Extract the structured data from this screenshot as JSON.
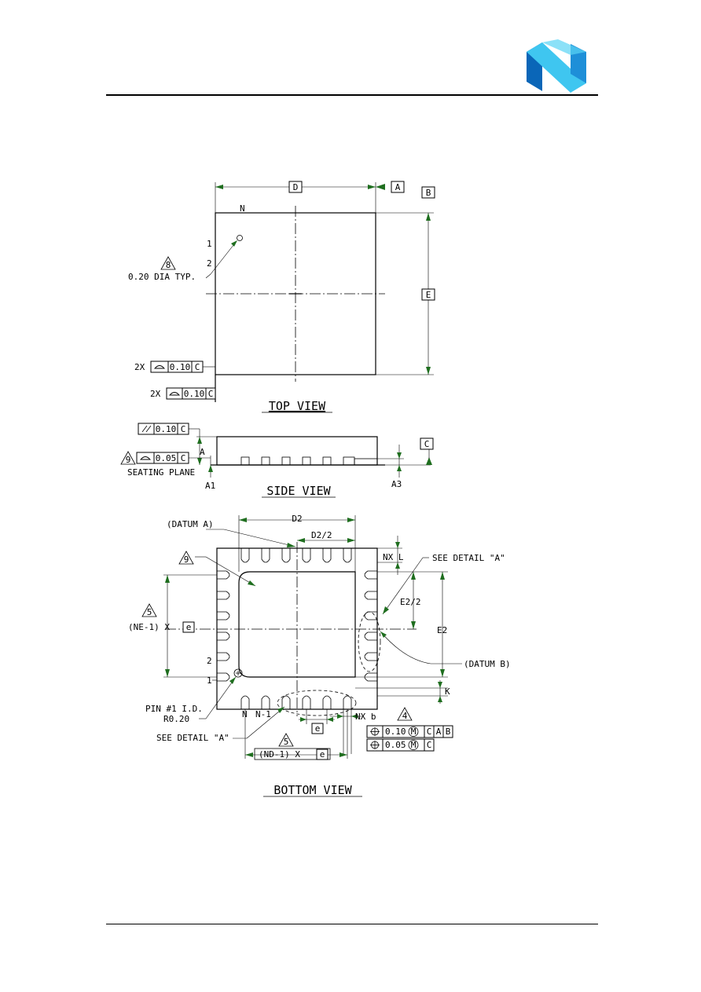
{
  "colors": {
    "brand_light": "#3fc6f0",
    "brand_dark": "#0a66b8",
    "arrow": "#1f6e1f"
  },
  "top_view": {
    "title": "TOP VIEW",
    "dim_d": "D",
    "dim_e": "E",
    "datum_a": "A",
    "datum_b": "B",
    "pin_n": "N",
    "pin_1": "1",
    "pin_2": "2",
    "note_8": "8",
    "dia_note": "0.20 DIA TYP.",
    "flat_1": {
      "count": "2X",
      "value": "0.10",
      "datum": "C"
    },
    "flat_2": {
      "count": "2X",
      "value": "0.10",
      "datum": "C"
    }
  },
  "side_view": {
    "title": "SIDE VIEW",
    "parallel_value": "0.10",
    "parallel_datum": "C",
    "note_9": "9",
    "flat_value": "0.05",
    "flat_datum": "C",
    "seating_plane": "SEATING PLANE",
    "dim_a": "A",
    "dim_a1": "A1",
    "dim_a3": "A3",
    "datum_c": "C"
  },
  "bottom_view": {
    "title": "BOTTOM VIEW",
    "datum_a_label": "(DATUM A)",
    "datum_b_label": "(DATUM B)",
    "dim_d2": "D2",
    "dim_d2_half": "D2/2",
    "dim_e2": "E2",
    "dim_e2_half": "E2/2",
    "nx_l": "NX L",
    "see_detail_1": "SEE DETAIL \"A\"",
    "see_detail_2": "SEE DETAIL \"A\"",
    "note_9": "9",
    "note_5a": "5",
    "ne_label": "(NE-1) X",
    "e_box": "e",
    "pin_2": "2",
    "pin_1": "1",
    "pin_id": "PIN #1 I.D.",
    "pin_r": "R0.20",
    "pin_n": "N",
    "pin_n1": "N-1",
    "dim_k": "K",
    "nx_b": "NX b",
    "note_4": "4",
    "pos_1": {
      "value": "0.10",
      "m": "M",
      "d1": "C",
      "d2": "A",
      "d3": "B"
    },
    "pos_2": {
      "value": "0.05",
      "m": "M",
      "d1": "C"
    },
    "note_5b": "5",
    "nd_label": "(ND-1) X",
    "e_box_2": "e"
  }
}
